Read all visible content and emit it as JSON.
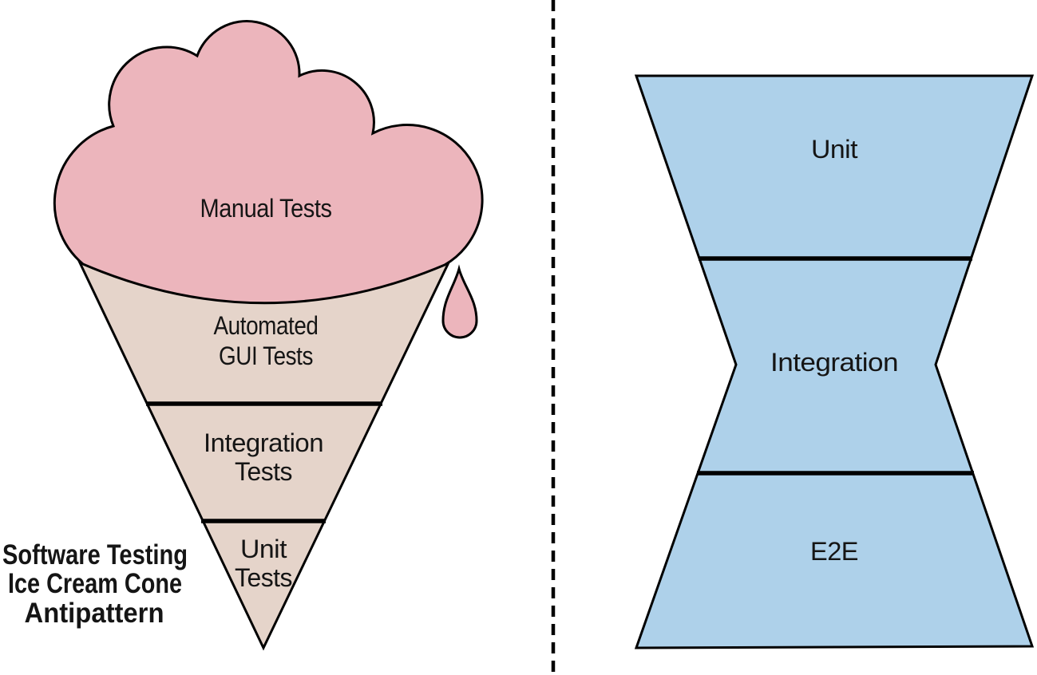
{
  "diagram": {
    "left": {
      "caption": {
        "line1": "Software Testing",
        "line2": "Ice Cream Cone",
        "line3": "Antipattern"
      },
      "scoop_label": "Manual Tests",
      "cone_sections": {
        "automated_gui": {
          "line1": "Automated",
          "line2": "GUI Tests"
        },
        "integration": {
          "line1": "Integration",
          "line2": "Tests"
        },
        "unit": {
          "line1": "Unit",
          "line2": "Tests"
        }
      }
    },
    "right": {
      "sections": {
        "top": "Unit",
        "middle": "Integration",
        "bottom": "E2E"
      }
    },
    "colors": {
      "scoop_pink": "#ecb5bc",
      "cone_tan": "#e5d4ca",
      "funnel_blue": "#aed1ea",
      "outline": "#000000",
      "text": "#151515"
    }
  }
}
